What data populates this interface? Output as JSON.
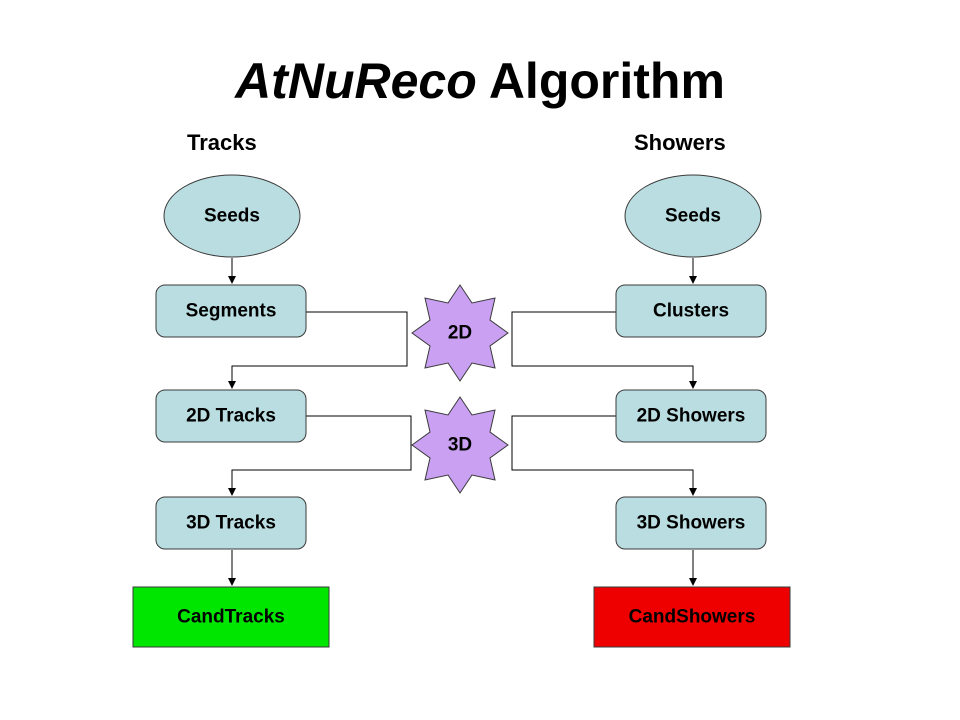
{
  "title": {
    "italic": "AtNuReco",
    "rest": "Algorithm"
  },
  "columns": {
    "left": "Tracks",
    "right": "Showers"
  },
  "nodes": {
    "seeds_tracks": "Seeds",
    "segments": "Segments",
    "tracks_2d": "2D Tracks",
    "tracks_3d": "3D Tracks",
    "cand_tracks": "CandTracks",
    "seeds_showers": "Seeds",
    "clusters": "Clusters",
    "showers_2d": "2D Showers",
    "showers_3d": "3D Showers",
    "cand_showers": "CandShowers",
    "stage_2d": "2D",
    "stage_3d": "3D"
  },
  "colors": {
    "node_fill": "#b9dde0",
    "star_fill": "#c9a0f2",
    "cand_tracks_fill": "#00e600",
    "cand_showers_fill": "#ee0000",
    "stroke": "#3a3a3a"
  }
}
